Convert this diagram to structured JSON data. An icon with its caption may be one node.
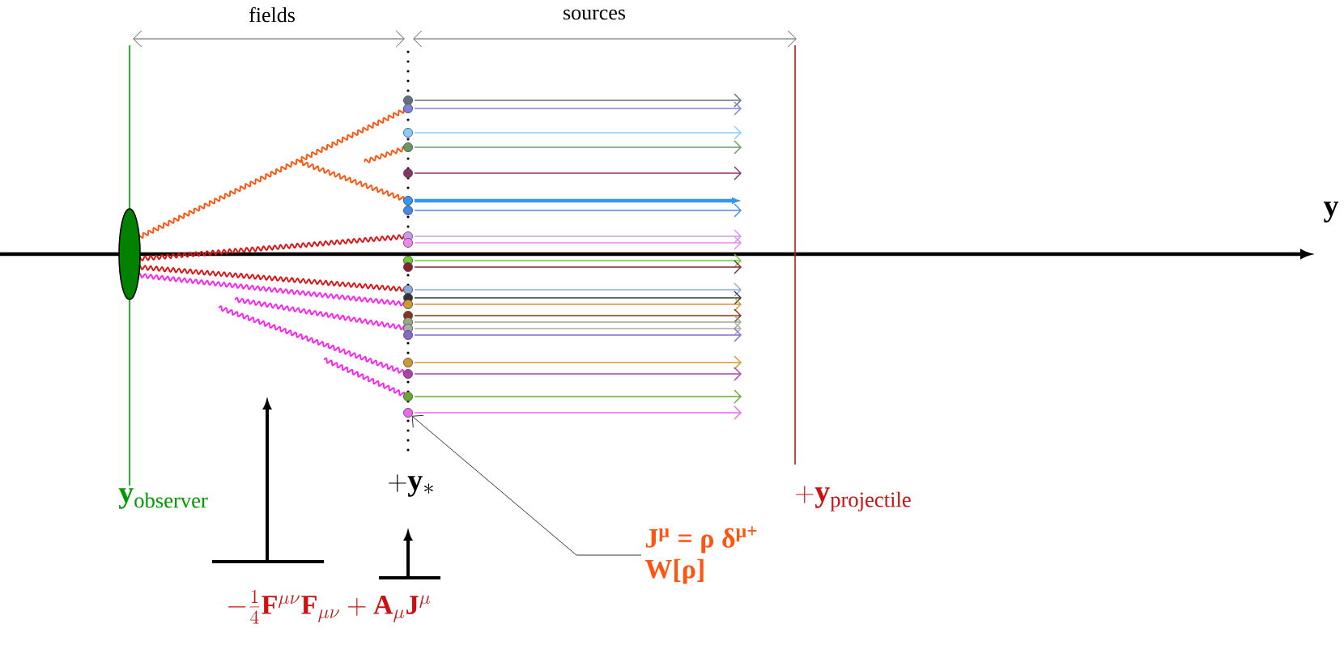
{
  "diagram": {
    "nodes": [
      {
        "text": [
          "J$^{μ}$ = ρ δ$^{μ+}$",
          "W[ρ]"
        ]
      },
      {
        "text": [],
        "shape": "circle"
      }
    ],
    "edges": [
      {
        "from": 0,
        "to": 1,
        "arrow": "to"
      }
    ],
    "labels": [
      "fields",
      "sources",
      "y",
      "\\mathbf{y}_{\\mathrm{observer}}",
      "+\\mathbf{y}_{*}",
      "+\\mathbf{y}_{\\mathrm{projectile}}",
      "-\\frac{1}{4}\\mathbf{F}^{\\mu\\nu}\\mathbf{F}_{\\mu\\nu}+\\mathbf{A}_{\\mu}\\mathbf{J}^{\\mu}"
    ]
  }
}
